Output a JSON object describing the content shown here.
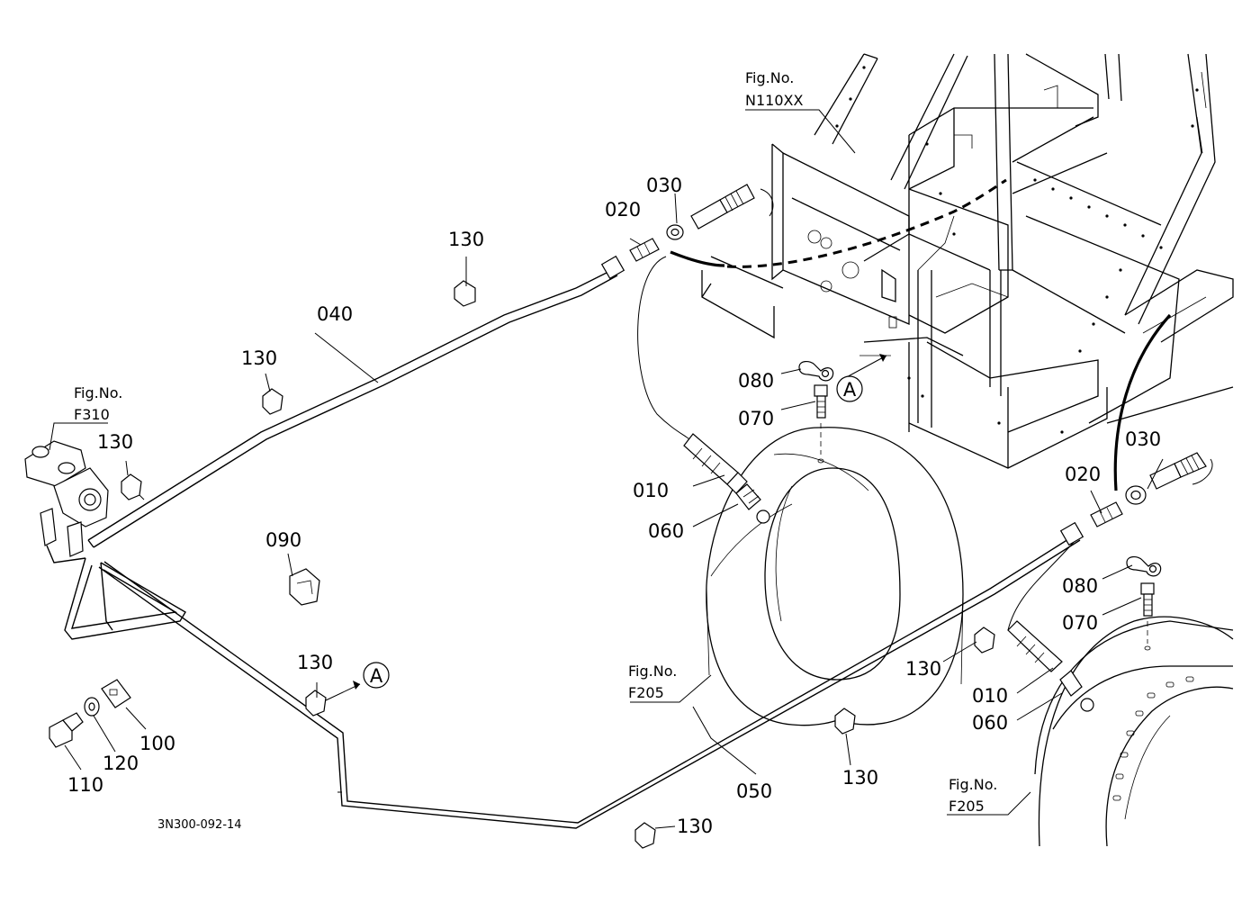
{
  "figure_code": "3N300-092-14",
  "section_marker": "A",
  "fig_refs": {
    "n110xx": {
      "line1": "Fig.No.",
      "line2": "N110XX"
    },
    "f310": {
      "line1": "Fig.No.",
      "line2": "F310"
    },
    "f205_center": {
      "line1": "Fig.No.",
      "line2": "F205"
    },
    "f205_right": {
      "line1": "Fig.No.",
      "line2": "F205"
    }
  },
  "part_labels": {
    "p010_left": "010",
    "p010_right": "010",
    "p020_left": "020",
    "p020_right": "020",
    "p030_left": "030",
    "p030_right": "030",
    "p040": "040",
    "p050": "050",
    "p060_left": "060",
    "p060_right": "060",
    "p070_left": "070",
    "p070_right": "070",
    "p080_left": "080",
    "p080_right": "080",
    "p090": "090",
    "p100": "100",
    "p110": "110",
    "p120": "120",
    "p130_a": "130",
    "p130_b": "130",
    "p130_c": "130",
    "p130_d": "130",
    "p130_e": "130",
    "p130_f": "130",
    "p130_g": "130"
  }
}
